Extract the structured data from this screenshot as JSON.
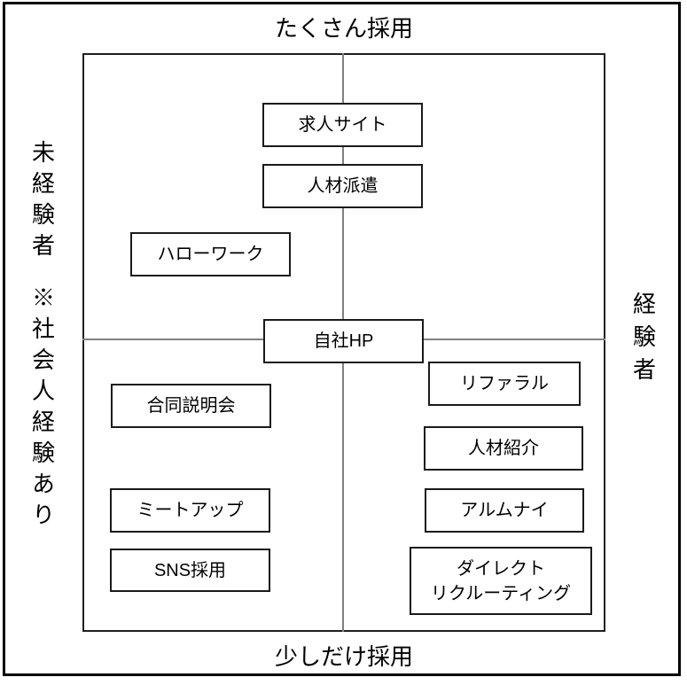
{
  "diagram": {
    "top_axis_label": "たくさん採用",
    "bottom_axis_label": "少しだけ採用",
    "left_axis_label_line1": "未経験者",
    "left_axis_label_line2": "※社会人経験あり",
    "right_axis_label": "経験者"
  },
  "boxes": [
    {
      "id": "job-site",
      "label": "求人サイト"
    },
    {
      "id": "temp-staffing",
      "label": "人材派遣"
    },
    {
      "id": "hello-work",
      "label": "ハローワーク"
    },
    {
      "id": "company-hp",
      "label": "自社HP"
    },
    {
      "id": "referral",
      "label": "リファラル"
    },
    {
      "id": "joint-seminar",
      "label": "合同説明会"
    },
    {
      "id": "recruitment-agency",
      "label": "人材紹介"
    },
    {
      "id": "meetup",
      "label": "ミートアップ"
    },
    {
      "id": "alumni",
      "label": "アルムナイ"
    },
    {
      "id": "sns-recruiting",
      "label": "SNS採用"
    },
    {
      "id": "direct-recruiting",
      "label": "ダイレクト\nリクルーティング"
    }
  ],
  "colors": {
    "background": "#ffffff",
    "outer_border": "#000000",
    "box_border": "#1a1a1a",
    "axis_line": "#808080",
    "text": "#000000"
  }
}
